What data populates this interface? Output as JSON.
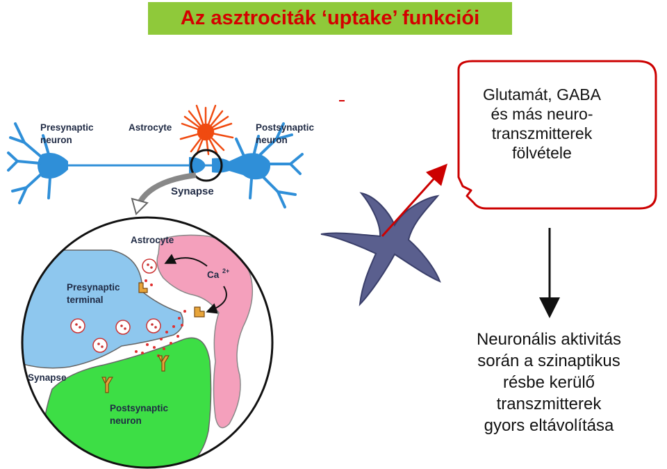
{
  "title": "Az asztrociták ‘uptake’ funkciói",
  "callout": {
    "lines": [
      "Glutamát, GABA",
      "és más neuro-",
      "transzmitterek",
      "fölvétele"
    ]
  },
  "description": {
    "lines": [
      "Neuronális aktivitás",
      "során a szinaptikus",
      "résbe kerülő",
      "transzmitterek",
      "gyors eltávolítása"
    ]
  },
  "diagram_labels": {
    "presynaptic_neuron": [
      "Presynaptic",
      "neuron"
    ],
    "astrocyte_top": "Astrocyte",
    "postsynaptic_neuron": [
      "Postsynaptic",
      "neuron"
    ],
    "synapse_arrow": "Synapse",
    "astrocyte_inset": "Astrocyte",
    "presynaptic_terminal": [
      "Presynaptic",
      "terminal"
    ],
    "calcium": "Ca",
    "calcium_sup": "2+",
    "synapse_inset": "Synapse",
    "postsynaptic_inset": [
      "Postsynaptic",
      "neuron"
    ]
  },
  "colors": {
    "title_bg": "#8fc93a",
    "title_text": "#d40000",
    "neuron_blue": "#2f8fd8",
    "astrocyte_orange": "#f04a10",
    "presynaptic_fill": "#8ec7ee",
    "postsynaptic_fill": "#3dde45",
    "astrocyte_fill": "#f4a0bc",
    "star_fill": "#5a5f8e",
    "arrow_red": "#cc0000"
  }
}
